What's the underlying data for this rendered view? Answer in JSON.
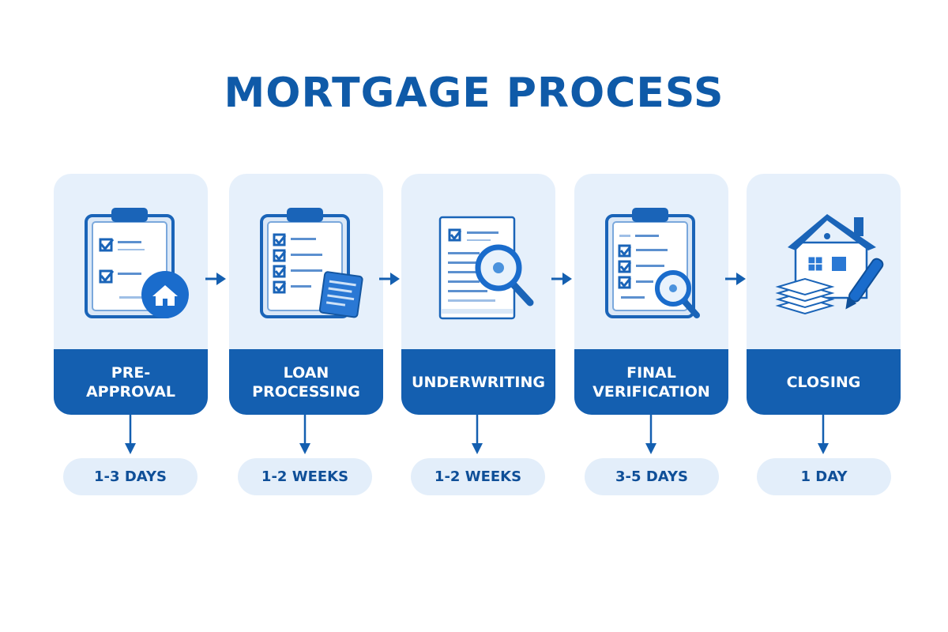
{
  "title": "MORTGAGE PROCESS",
  "colors": {
    "primary": "#145fb0",
    "title": "#0f5aa8",
    "card_bg": "#e6f0fb",
    "pill_bg": "#e3eefa",
    "pill_text": "#0f4f98"
  },
  "steps": [
    {
      "label": "PRE-\nAPPROVAL",
      "label_line1": "PRE-",
      "label_line2": "APPROVAL",
      "duration": "1-3 DAYS",
      "icon": "clipboard-house-badge-icon"
    },
    {
      "label": "LOAN\nPROCESSING",
      "label_line1": "LOAN",
      "label_line2": "PROCESSING",
      "duration": "1-2 WEEKS",
      "icon": "clipboard-documents-icon"
    },
    {
      "label": "UNDERWRITING",
      "label_line1": "UNDERWRITING",
      "label_line2": "",
      "duration": "1-2 WEEKS",
      "icon": "document-magnifier-icon"
    },
    {
      "label": "FINAL\nVERIFICATION",
      "label_line1": "FINAL",
      "label_line2": "VERIFICATION",
      "duration": "3-5 DAYS",
      "icon": "clipboard-magnifier-icon"
    },
    {
      "label": "CLOSING",
      "label_line1": "CLOSING",
      "label_line2": "",
      "duration": "1 DAY",
      "icon": "house-papers-pen-icon"
    }
  ]
}
